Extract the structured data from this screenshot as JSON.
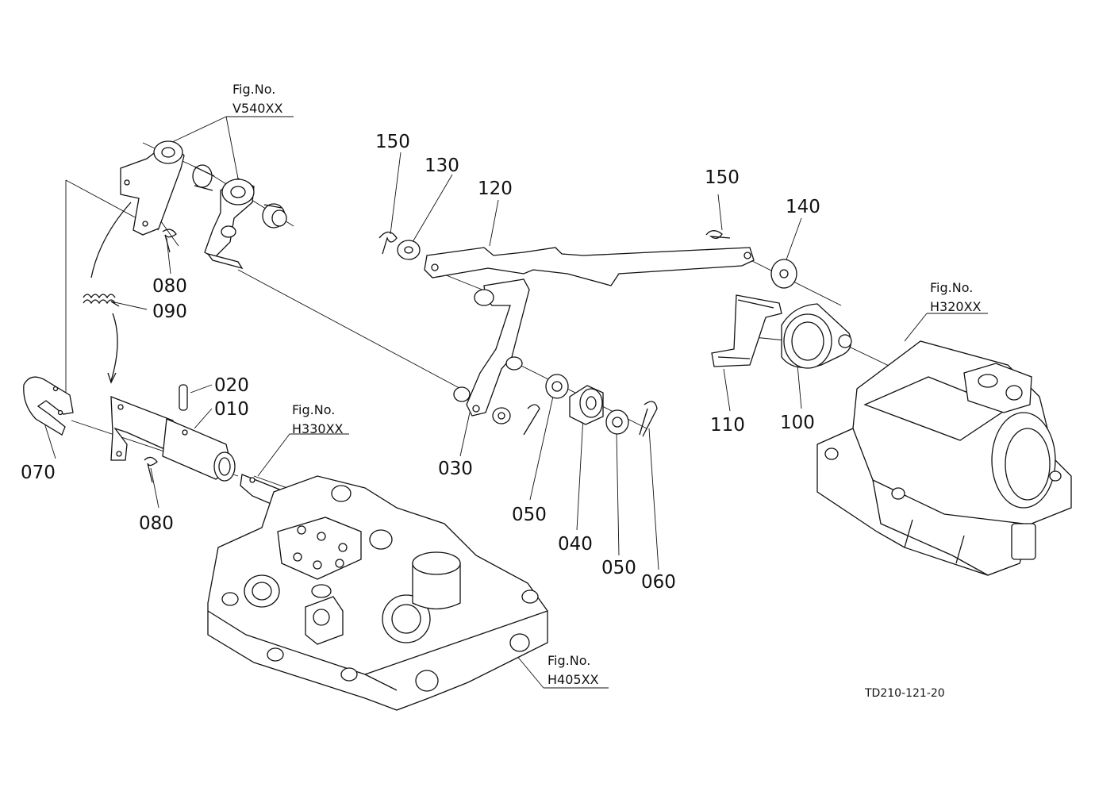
{
  "parts": [
    {
      "id": "part-010",
      "number": "010"
    },
    {
      "id": "part-020",
      "number": "020"
    },
    {
      "id": "part-030",
      "number": "030"
    },
    {
      "id": "part-040",
      "number": "040"
    },
    {
      "id": "part-050-a",
      "number": "050"
    },
    {
      "id": "part-050-b",
      "number": "050"
    },
    {
      "id": "part-060",
      "number": "060"
    },
    {
      "id": "part-070",
      "number": "070"
    },
    {
      "id": "part-080-a",
      "number": "080"
    },
    {
      "id": "part-080-b",
      "number": "080"
    },
    {
      "id": "part-090",
      "number": "090"
    },
    {
      "id": "part-100",
      "number": "100"
    },
    {
      "id": "part-110",
      "number": "110"
    },
    {
      "id": "part-120",
      "number": "120"
    },
    {
      "id": "part-130",
      "number": "130"
    },
    {
      "id": "part-140",
      "number": "140"
    },
    {
      "id": "part-150-a",
      "number": "150"
    },
    {
      "id": "part-150-b",
      "number": "150"
    }
  ],
  "figure_refs": [
    {
      "id": "fig-v540",
      "label": "Fig.No.",
      "code": "V540XX"
    },
    {
      "id": "fig-h330",
      "label": "Fig.No.",
      "code": "H330XX"
    },
    {
      "id": "fig-h320",
      "label": "Fig.No.",
      "code": "H320XX"
    },
    {
      "id": "fig-h405",
      "label": "Fig.No.",
      "code": "H405XX"
    }
  ],
  "drawing_code": "TD210-121-20"
}
